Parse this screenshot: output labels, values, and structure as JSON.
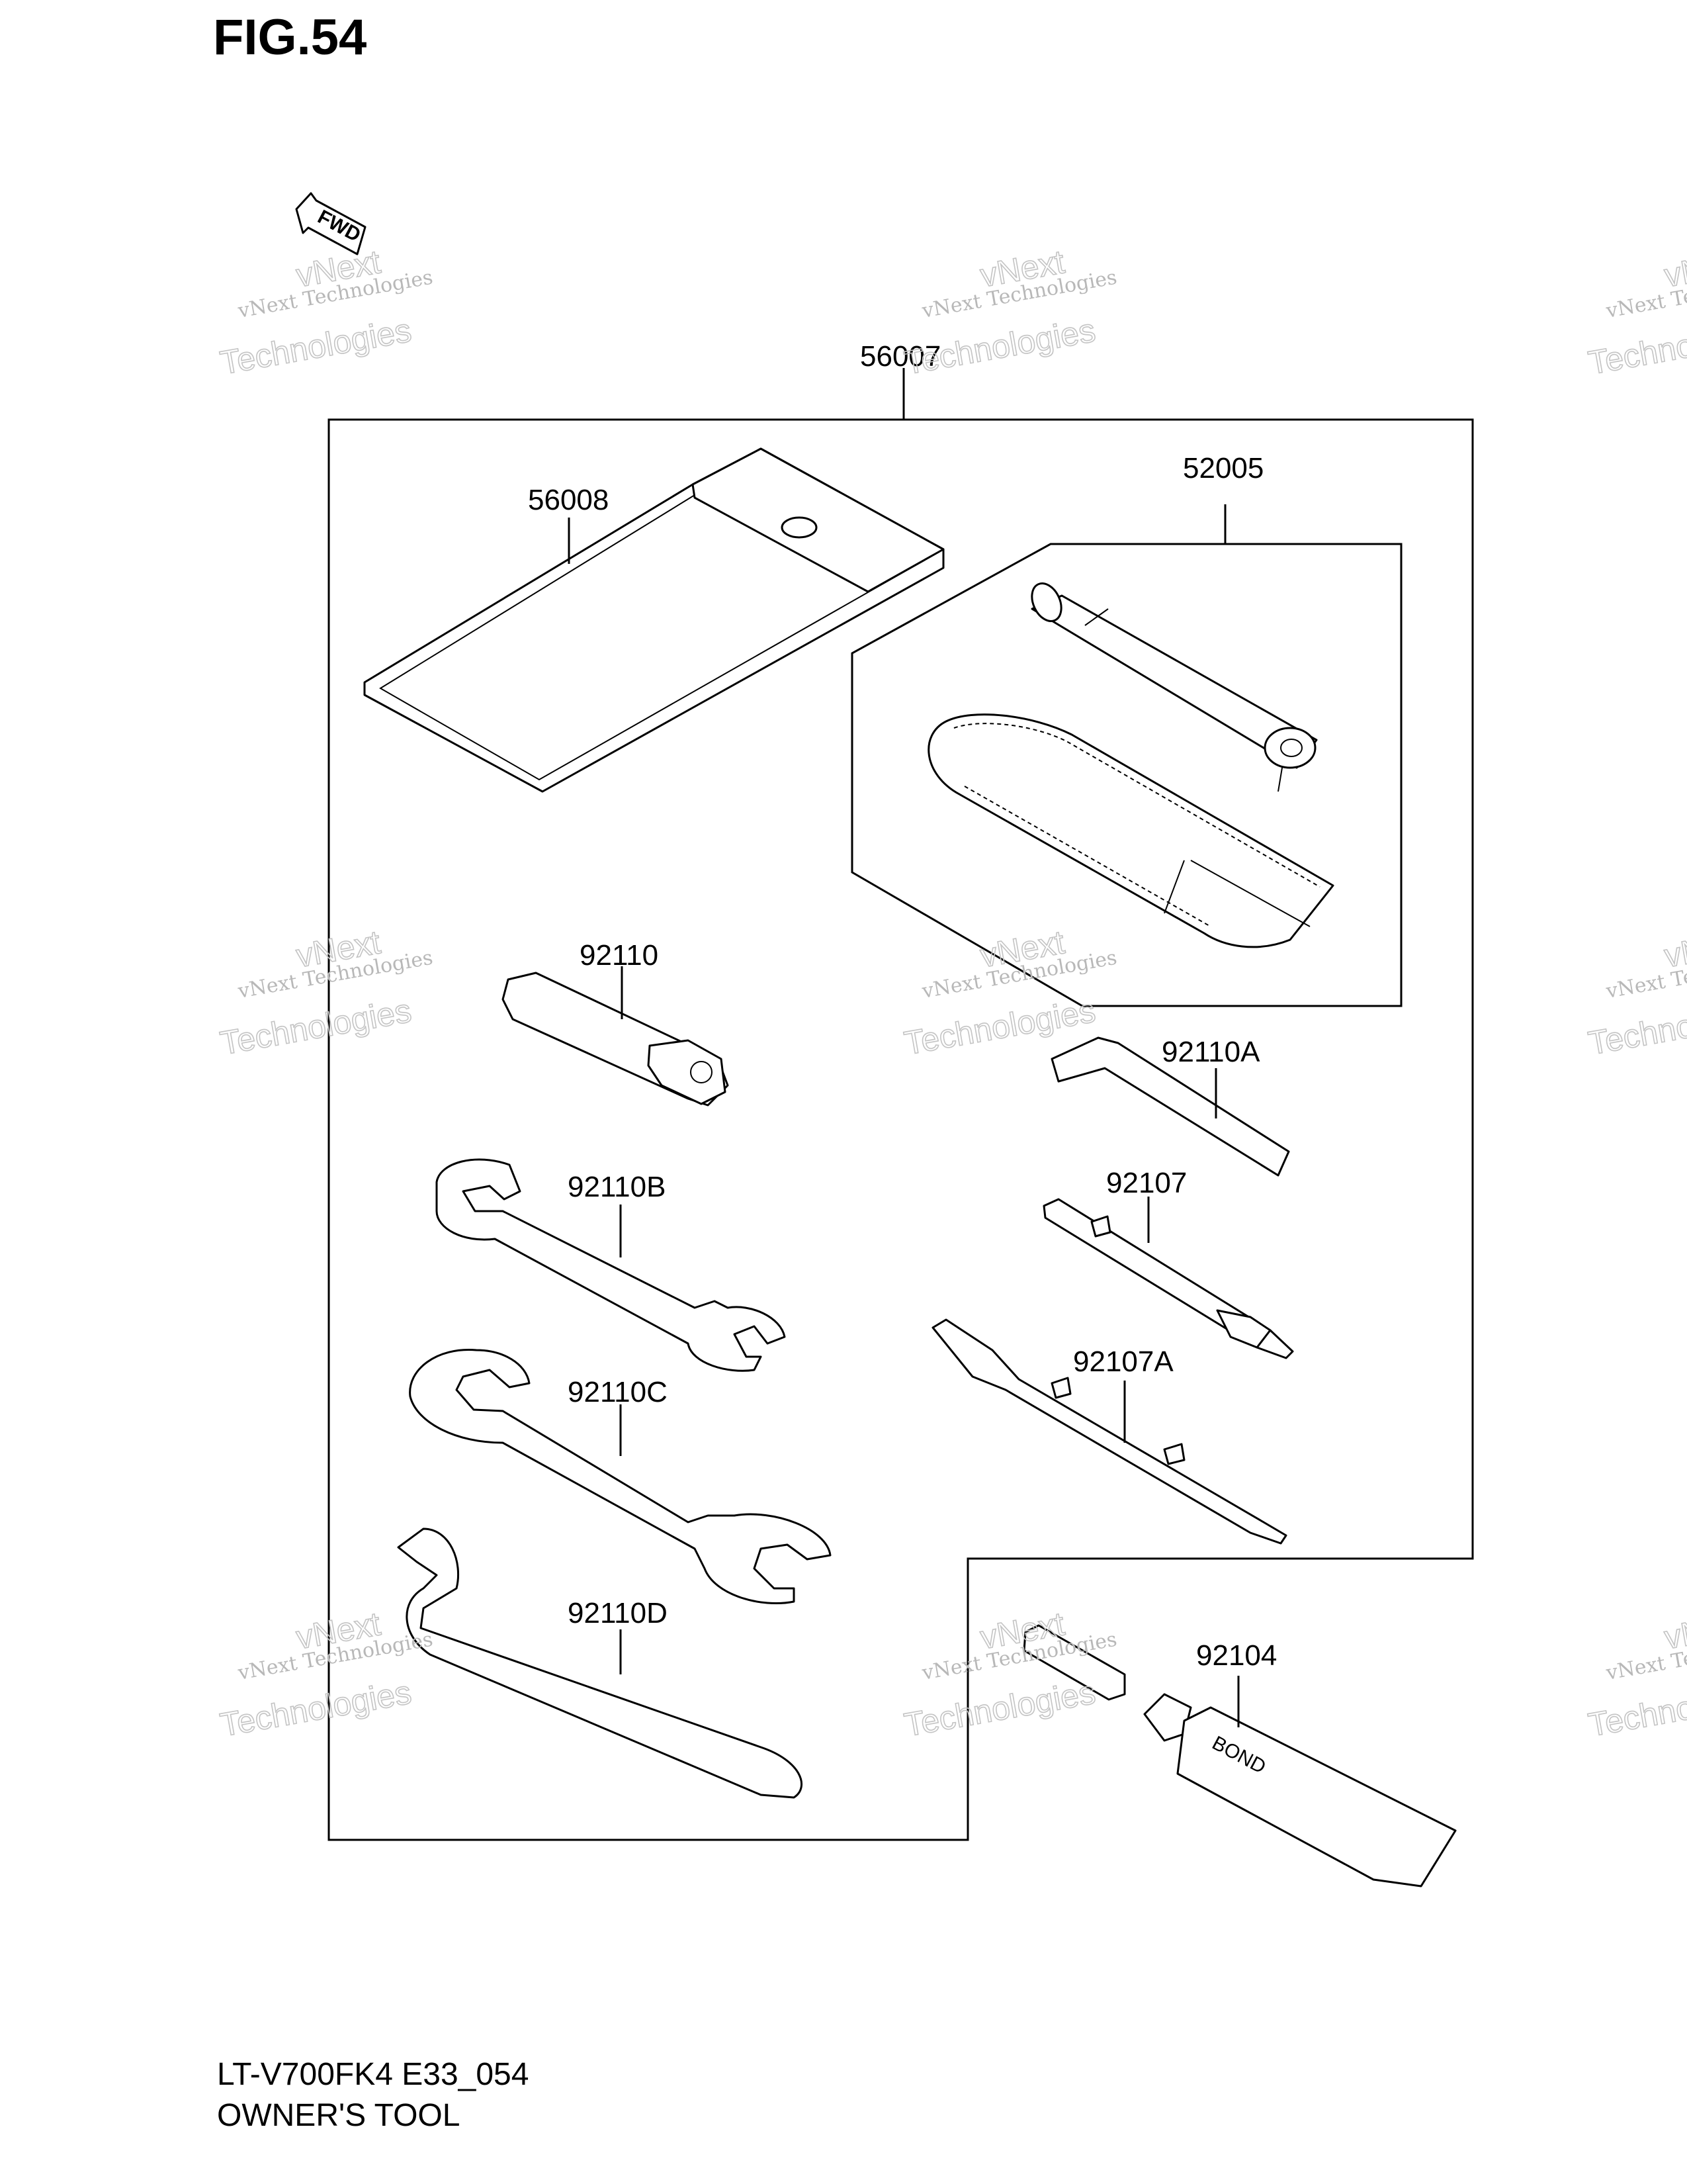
{
  "figure": {
    "title": "FIG.54"
  },
  "fwd_label": "FWD",
  "parts": {
    "p56007": "56007",
    "p56008": "56008",
    "p52005": "52005",
    "p92110": "92110",
    "p92110A": "92110A",
    "p92110B": "92110B",
    "p92107": "92107",
    "p92110C": "92110C",
    "p92107A": "92107A",
    "p92110D": "92110D",
    "p92104": "92104"
  },
  "tube_print": "BOND",
  "footer": {
    "model": "LT-V700FK4 E33_054",
    "section": "OWNER'S TOOL"
  },
  "watermark": {
    "line1": "vNext Technologies",
    "line2": "vNext",
    "line3": "Technologies"
  }
}
